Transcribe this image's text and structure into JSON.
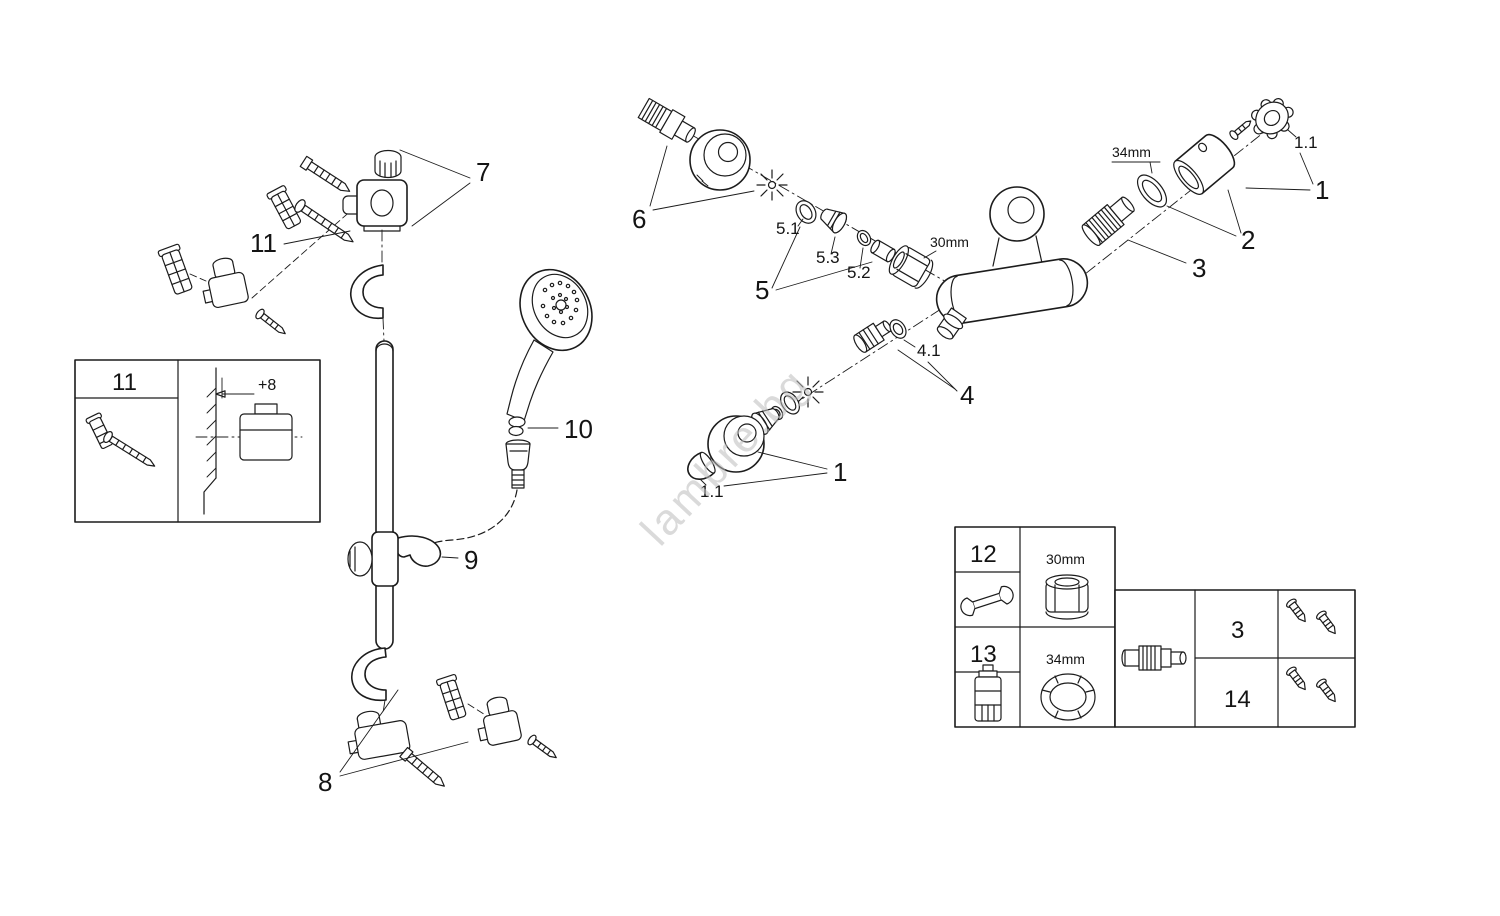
{
  "watermark": "lambre.bg",
  "left_assembly": {
    "label_7": "7",
    "label_11": "11",
    "label_10": "10",
    "label_9": "9",
    "label_8": "8",
    "inset": {
      "label": "11",
      "offset_dimension": "+8"
    }
  },
  "mixer_assembly": {
    "label_6": "6",
    "label_5": "5",
    "label_5_1": "5.1",
    "label_5_2": "5.2",
    "label_5_3": "5.3",
    "label_4": "4",
    "label_4_1": "4.1",
    "label_3": "3",
    "label_2": "2",
    "label_1_top": "1",
    "label_1_1_top": "1.1",
    "label_1_bottom": "1",
    "label_1_1_bottom": "1.1",
    "dim_30mm": "30mm",
    "dim_34mm": "34mm"
  },
  "parts_table": {
    "item_12": "12",
    "item_12_size": "30mm",
    "item_13": "13",
    "item_13_size": "34mm",
    "item_3": "3",
    "item_14": "14"
  }
}
